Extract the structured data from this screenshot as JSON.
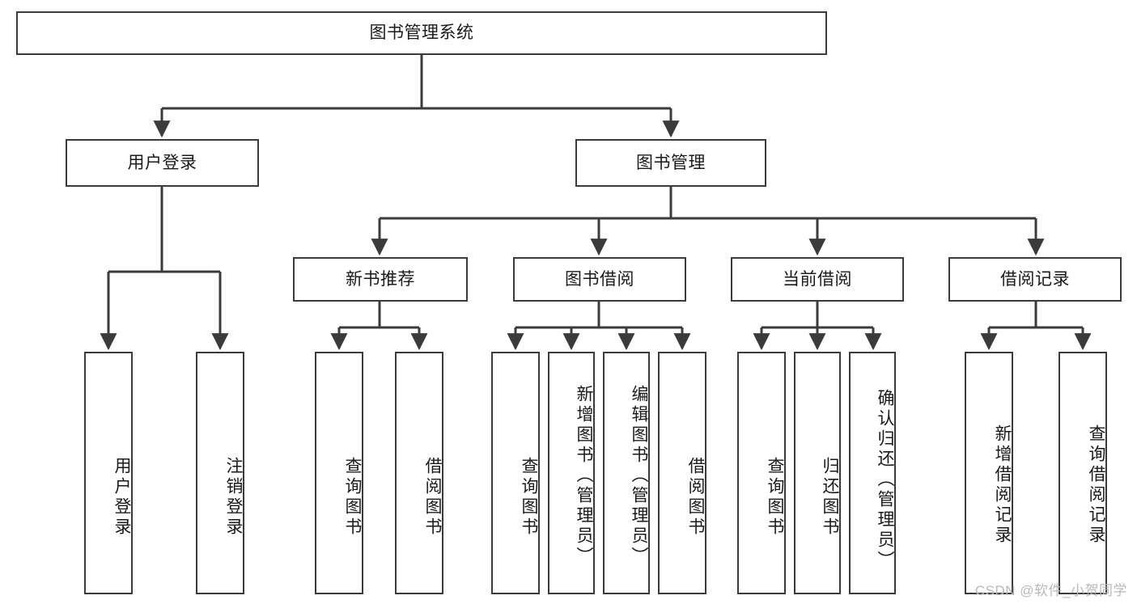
{
  "diagram": {
    "type": "tree-hierarchy",
    "title": "图书管理系统",
    "watermark": "CSDN @软件_小贺同学",
    "colors": {
      "box_border": "#3b3b3b",
      "box_fill": "#ffffff",
      "connector": "#3b3b3b",
      "text": "#1a1a1a",
      "watermark_text": "#b9b9b9",
      "page_background": "#ffffff"
    },
    "levels": {
      "root": {
        "label": "图书管理系统"
      },
      "level1": [
        {
          "id": "user-login",
          "label": "用户登录"
        },
        {
          "id": "book-management",
          "label": "图书管理"
        }
      ],
      "level2": [
        {
          "id": "new-book-recommend",
          "label": "新书推荐",
          "parent": "book-management"
        },
        {
          "id": "book-borrow",
          "label": "图书借阅",
          "parent": "book-management"
        },
        {
          "id": "current-borrow",
          "label": "当前借阅",
          "parent": "book-management"
        },
        {
          "id": "borrow-record",
          "label": "借阅记录",
          "parent": "book-management"
        }
      ],
      "leaves": {
        "user-login": [
          {
            "id": "leaf-user-login",
            "label": "用户登录"
          },
          {
            "id": "leaf-logout-login",
            "label": "注销登录"
          }
        ],
        "new-book-recommend": [
          {
            "id": "leaf-query-book-1",
            "label": "查询图书"
          },
          {
            "id": "leaf-borrow-book-1",
            "label": "借阅图书"
          }
        ],
        "book-borrow": [
          {
            "id": "leaf-query-book-2",
            "label": "查询图书"
          },
          {
            "id": "leaf-add-book",
            "label": "新增图书（管理员）"
          },
          {
            "id": "leaf-edit-book",
            "label": "编辑图书（管理员）"
          },
          {
            "id": "leaf-borrow-book-2",
            "label": "借阅图书"
          }
        ],
        "current-borrow": [
          {
            "id": "leaf-query-book-3",
            "label": "查询图书"
          },
          {
            "id": "leaf-return-book",
            "label": "归还图书"
          },
          {
            "id": "leaf-confirm-return",
            "label": "确认归还（管理员）"
          }
        ],
        "borrow-record": [
          {
            "id": "leaf-add-record",
            "label": "新增借阅记录"
          },
          {
            "id": "leaf-query-record",
            "label": "查询借阅记录"
          }
        ]
      }
    }
  }
}
